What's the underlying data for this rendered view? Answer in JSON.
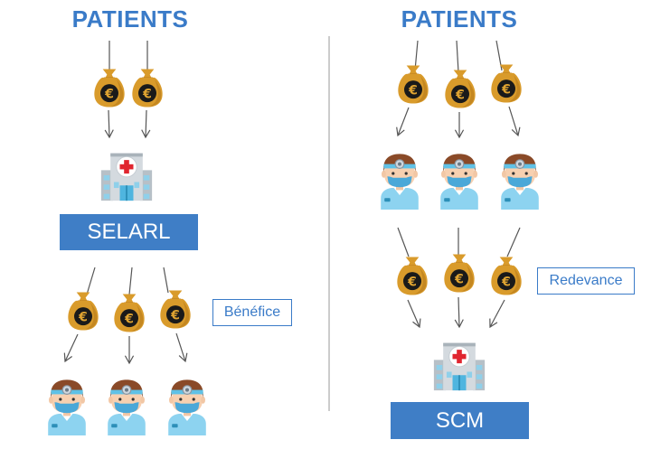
{
  "left": {
    "title": "PATIENTS",
    "entity_label": "SELARL",
    "flow_label": "Bénéfice",
    "top_money_count": 2,
    "bottom_money_count": 3,
    "doctor_count": 3
  },
  "right": {
    "title": "PATIENTS",
    "entity_label": "SCM",
    "flow_label": "Redevance",
    "top_money_count": 3,
    "doctor_count": 3,
    "bottom_money_count": 3
  },
  "icons": {
    "money": "money-bag-euro-icon",
    "doctor": "doctor-icon",
    "clinic": "clinic-building-icon"
  },
  "colors": {
    "accent": "#3a7bc8",
    "box": "#3f7ec6",
    "bag": "#d99b2b",
    "bag_dark": "#b07418",
    "arrow": "#555555",
    "divider": "#9a9a9a"
  }
}
